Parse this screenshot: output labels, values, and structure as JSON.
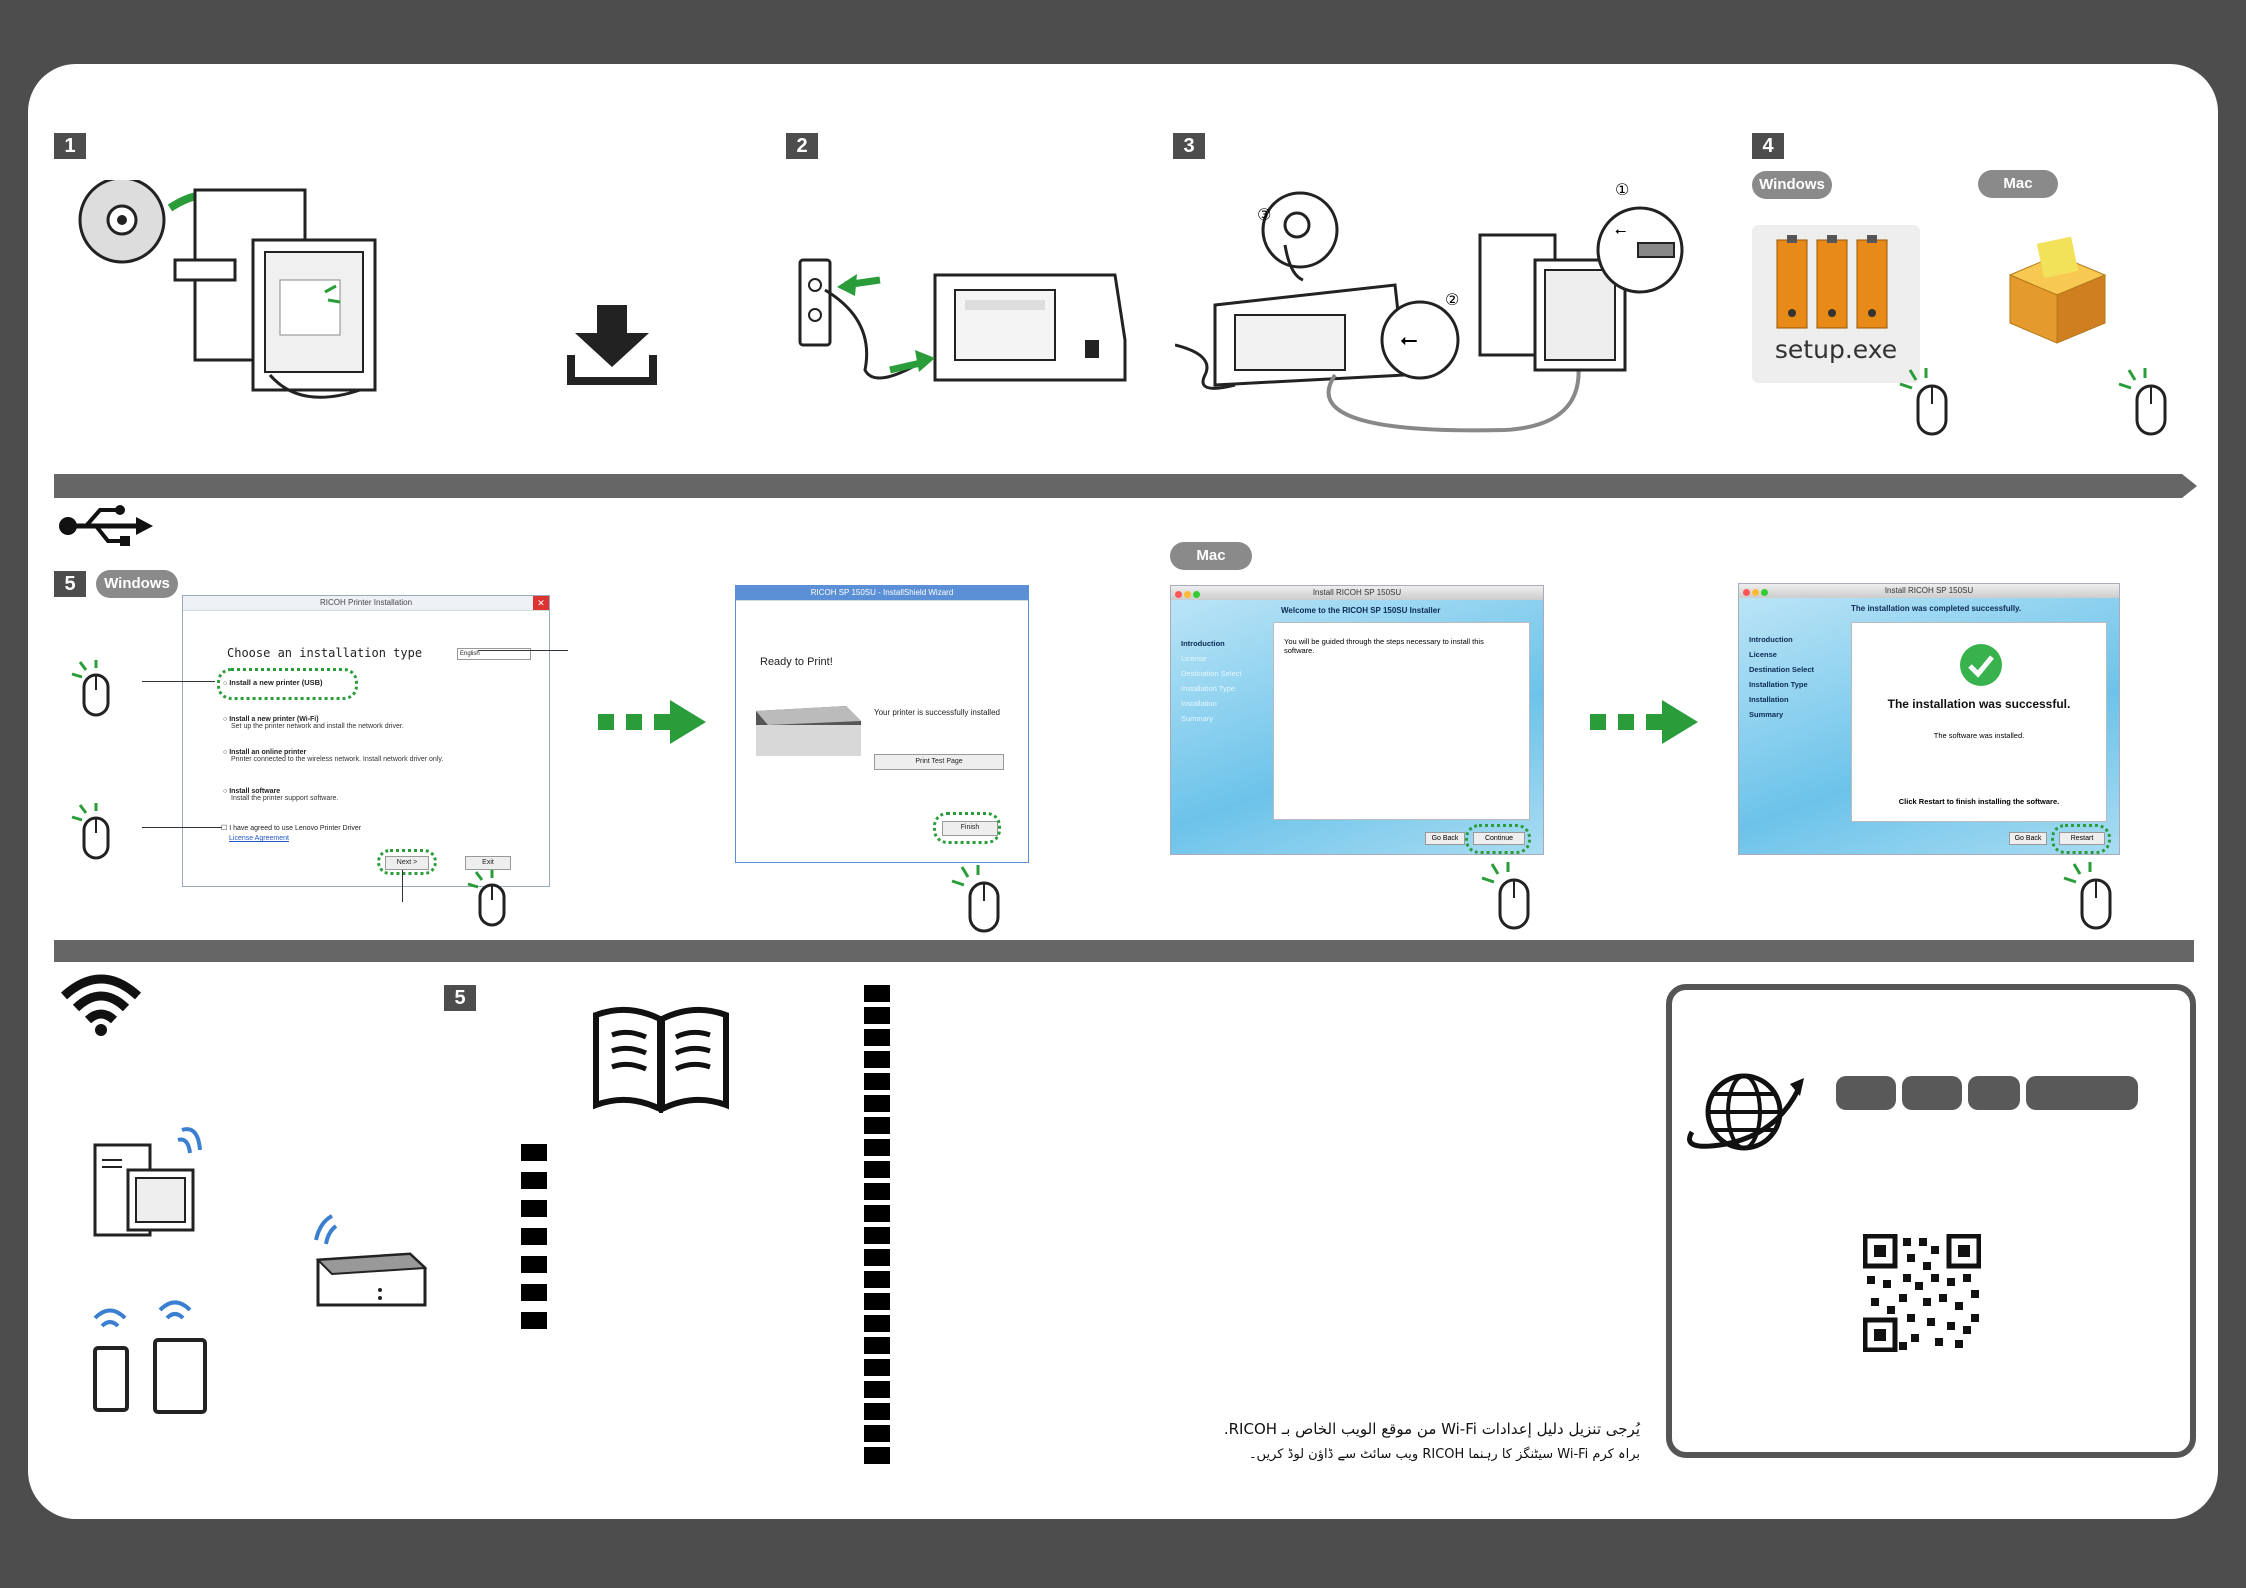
{
  "steps": {
    "s1": "1",
    "s2": "2",
    "s3": "3",
    "s4": "4",
    "s5usb": "5",
    "s5wifi": "5"
  },
  "step3_callouts": {
    "c1": "①",
    "c2": "②",
    "c3": "③"
  },
  "step4": {
    "windows_label": "Windows",
    "mac_label": "Mac",
    "setup_file": "setup.exe"
  },
  "usb_section": {
    "windows_label": "Windows",
    "mac_label": "Mac",
    "installer": {
      "title": "RICOH Printer Installation",
      "close": "✕",
      "heading": "Choose an installation type",
      "language": "English",
      "options": [
        {
          "title": "Install a new printer (USB)",
          "desc": ""
        },
        {
          "title": "Install a new printer (Wi-Fi)",
          "desc": "Set up the printer network and install the network driver."
        },
        {
          "title": "Install an online printer",
          "desc": "Printer connected to the wireless network. Install network driver only."
        },
        {
          "title": "Install software",
          "desc": "Install the printer support software."
        }
      ],
      "agree": "I have agreed to use Lenovo Printer Driver",
      "license": "License Agreement",
      "next": "Next >",
      "exit": "Exit"
    },
    "wizard": {
      "title": "RICOH SP 150SU - InstallShield Wizard",
      "ready": "Ready to Print!",
      "success": "Your printer is successfully installed",
      "test_page": "Print Test Page",
      "finish": "Finish"
    },
    "mac_welcome": {
      "title": "Install RICOH SP 150SU",
      "header": "Welcome to the RICOH SP 150SU Installer",
      "body": "You will be guided through the steps necessary to install this software.",
      "sidebar": [
        "Introduction",
        "License",
        "Destination Select",
        "Installation Type",
        "Installation",
        "Summary"
      ],
      "go_back": "Go Back",
      "continue": "Continue"
    },
    "mac_done": {
      "title": "Install RICOH SP 150SU",
      "header": "The installation was completed successfully.",
      "big": "The installation was successful.",
      "small": "The software was installed.",
      "restart_note": "Click Restart to finish installing the software.",
      "sidebar": [
        "Introduction",
        "License",
        "Destination Select",
        "Installation Type",
        "Installation",
        "Summary"
      ],
      "go_back": "Go Back",
      "restart": "Restart"
    }
  },
  "wifi_section": {
    "arabic": "يُرجى تنزيل دليل إعدادات Wi-Fi من موقع الويب الخاص بـ RICOH.",
    "urdu": "براہ کرم Wi-Fi سیٹنگز کا رہنما RICOH ویب سائٹ سے ڈاؤن لوڈ کریں۔"
  },
  "colors": {
    "green": "#2a9d3a",
    "bar": "#666666",
    "wifi_blue": "#3a7fd0"
  }
}
